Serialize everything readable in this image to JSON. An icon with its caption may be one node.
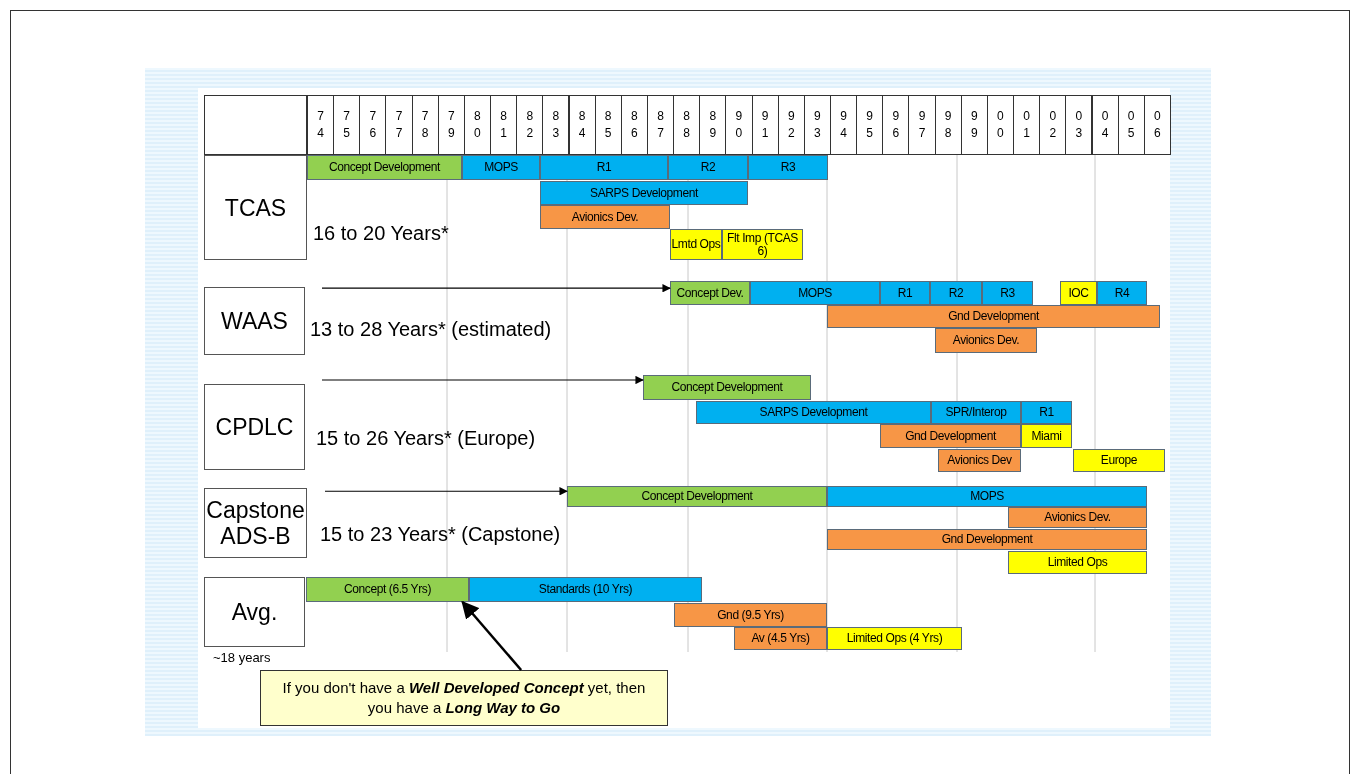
{
  "diagram": {
    "nodes": [
      {
        "text": [
          "TCAS"
        ],
        "beside": [
          "16 to 20 Years*"
        ]
      },
      {
        "text": [
          "Concept Development"
        ]
      },
      {
        "text": [
          "MOPS"
        ]
      },
      {
        "text": [
          "R1"
        ]
      },
      {
        "text": [
          "R2"
        ]
      },
      {
        "text": [
          "R3"
        ]
      },
      {
        "text": [
          "SARPS Development"
        ]
      },
      {
        "text": [
          "Avionics Dev."
        ]
      },
      {
        "text": [
          "Lmtd Ops"
        ]
      },
      {
        "text": [
          "Flt Imp (TCAS 6)"
        ]
      },
      {
        "text": [
          "WAAS"
        ],
        "beside": [
          "13 to 28 Years* (estimated)"
        ]
      },
      {
        "text": [
          "Concept Dev."
        ]
      },
      {
        "text": [
          "MOPS"
        ]
      },
      {
        "text": [
          "R1"
        ]
      },
      {
        "text": [
          "R2"
        ]
      },
      {
        "text": [
          "R3"
        ]
      },
      {
        "text": [
          "IOC"
        ]
      },
      {
        "text": [
          "R4"
        ]
      },
      {
        "text": [
          "Gnd Development"
        ]
      },
      {
        "text": [
          "Avionics Dev."
        ]
      },
      {
        "text": [
          "CPDLC"
        ],
        "beside": [
          "15 to 26 Years* (Europe)"
        ]
      },
      {
        "text": [
          "Concept Development"
        ]
      },
      {
        "text": [
          "SARPS Development"
        ]
      },
      {
        "text": [
          "SPR/Interop"
        ]
      },
      {
        "text": [
          "R1"
        ]
      },
      {
        "text": [
          "Gnd Development"
        ]
      },
      {
        "text": [
          "Miami"
        ]
      },
      {
        "text": [
          "Avionics Dev"
        ]
      },
      {
        "text": [
          "Europe"
        ]
      },
      {
        "text": [
          "Capstone ADS-B"
        ],
        "beside": [
          "15 to 23 Years* (Capstone)"
        ]
      },
      {
        "text": [
          "Concept Development"
        ]
      },
      {
        "text": [
          "MOPS"
        ]
      },
      {
        "text": [
          "Avionics Dev."
        ]
      },
      {
        "text": [
          "Gnd Development"
        ]
      },
      {
        "text": [
          "Limited Ops"
        ]
      },
      {
        "text": [
          "Avg."
        ],
        "beside": [
          "~18 years"
        ]
      },
      {
        "text": [
          "Concept (6.5 Yrs)"
        ]
      },
      {
        "text": [
          "Standards (10 Yrs)"
        ]
      },
      {
        "text": [
          "Gnd (9.5 Yrs)"
        ]
      },
      {
        "text": [
          "Av (4.5 Yrs)"
        ]
      },
      {
        "text": [
          "Limited Ops (4 Yrs)"
        ]
      },
      {
        "text": [
          "If you don't have a **Well Developed Concept** yet, then you have a **Long Way to Go**"
        ]
      }
    ],
    "edges": [
      {
        "from": null,
        "to": 11,
        "arrow": "to"
      },
      {
        "from": null,
        "to": 21,
        "arrow": "to"
      },
      {
        "from": null,
        "to": 30,
        "arrow": "to"
      },
      {
        "from": 41,
        "to": 36,
        "arrow": "to"
      }
    ],
    "labels": [
      "74",
      "75",
      "76",
      "77",
      "78",
      "79",
      "80",
      "81",
      "82",
      "83",
      "84",
      "85",
      "86",
      "87",
      "88",
      "89",
      "90",
      "91",
      "92",
      "93",
      "94",
      "95",
      "96",
      "97",
      "98",
      "99",
      "00",
      "01",
      "02",
      "03",
      "04",
      "05",
      "06"
    ]
  }
}
